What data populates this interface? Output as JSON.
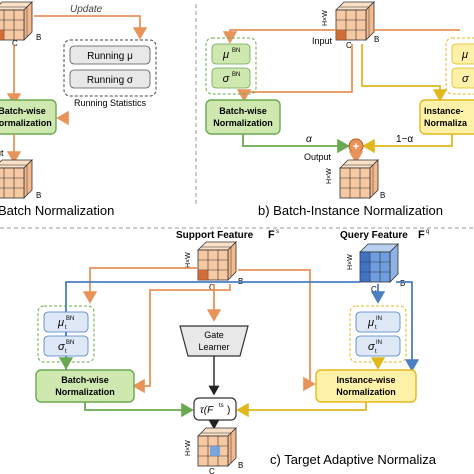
{
  "panel_a": {
    "update_label": "Update",
    "running_mu": "Running μ",
    "running_sigma": "Running σ",
    "running_statistics": "Running Statistics",
    "bn_box_line1": "Batch-wise",
    "bn_box_line2": "Normalization",
    "output_fragment": "ut",
    "cube_label_c": "C",
    "cube_label_b": "B",
    "caption": "Batch Normalization"
  },
  "panel_b": {
    "input_label": "Input",
    "output_label": "Output",
    "cube_label_hw": "H×W",
    "cube_label_c": "C",
    "cube_label_b": "B",
    "mu_bn": "μ",
    "mu_bn_sup": "BN",
    "sigma_bn": "σ",
    "sigma_bn_sup": "BN",
    "mu_in": "μ",
    "sigma_in": "σ",
    "bn_box_line1": "Batch-wise",
    "bn_box_line2": "Normalization",
    "in_box_line1": "Instance-",
    "in_box_line2": "Normaliza",
    "alpha": "α",
    "one_minus_alpha": "1−α",
    "plus": "+",
    "caption": "b) Batch-Instance Normalization"
  },
  "panel_c": {
    "support_label": "Support Feature",
    "support_F": "F",
    "support_sup": "s",
    "query_label": "Query Feature",
    "query_F": "F",
    "query_sup": "q",
    "cube_label_hw": "H×W",
    "cube_label_c": "C",
    "cube_label_b": "B",
    "gate_line1": "Gate",
    "gate_line2": "Learner",
    "mu_bn": "μ",
    "mu_bn_sup": "BN",
    "sigma_bn": "σ",
    "sigma_bn_sup": "BN",
    "mu_in": "μ",
    "mu_in_sup": "IN",
    "sigma_in": "σ",
    "sigma_in_sup": "IN",
    "sub_t": "t",
    "bn_box_line1": "Batch-wise",
    "bn_box_line2": "Normalization",
    "in_box_line1": "Instance-wise",
    "in_box_line2": "Normalization",
    "tau": "τ(F",
    "tau_sup": "ts",
    "tau_close": ")",
    "caption": "c) Target Adaptive Normaliza"
  },
  "colors": {
    "orange": "#e8935a",
    "blue": "#4a7fc1",
    "green_fill": "#cfe8b0",
    "green_border": "#6aa84f",
    "yellow_fill": "#fff2a8",
    "yellow_border": "#e0b81d",
    "grey_fill": "#e8e8e8",
    "cube_orange": "#f7c9a2",
    "cube_dark": "#c5581f",
    "cube_blue": "#6e9ee0",
    "cube_dark_blue": "#1f4fa6"
  }
}
